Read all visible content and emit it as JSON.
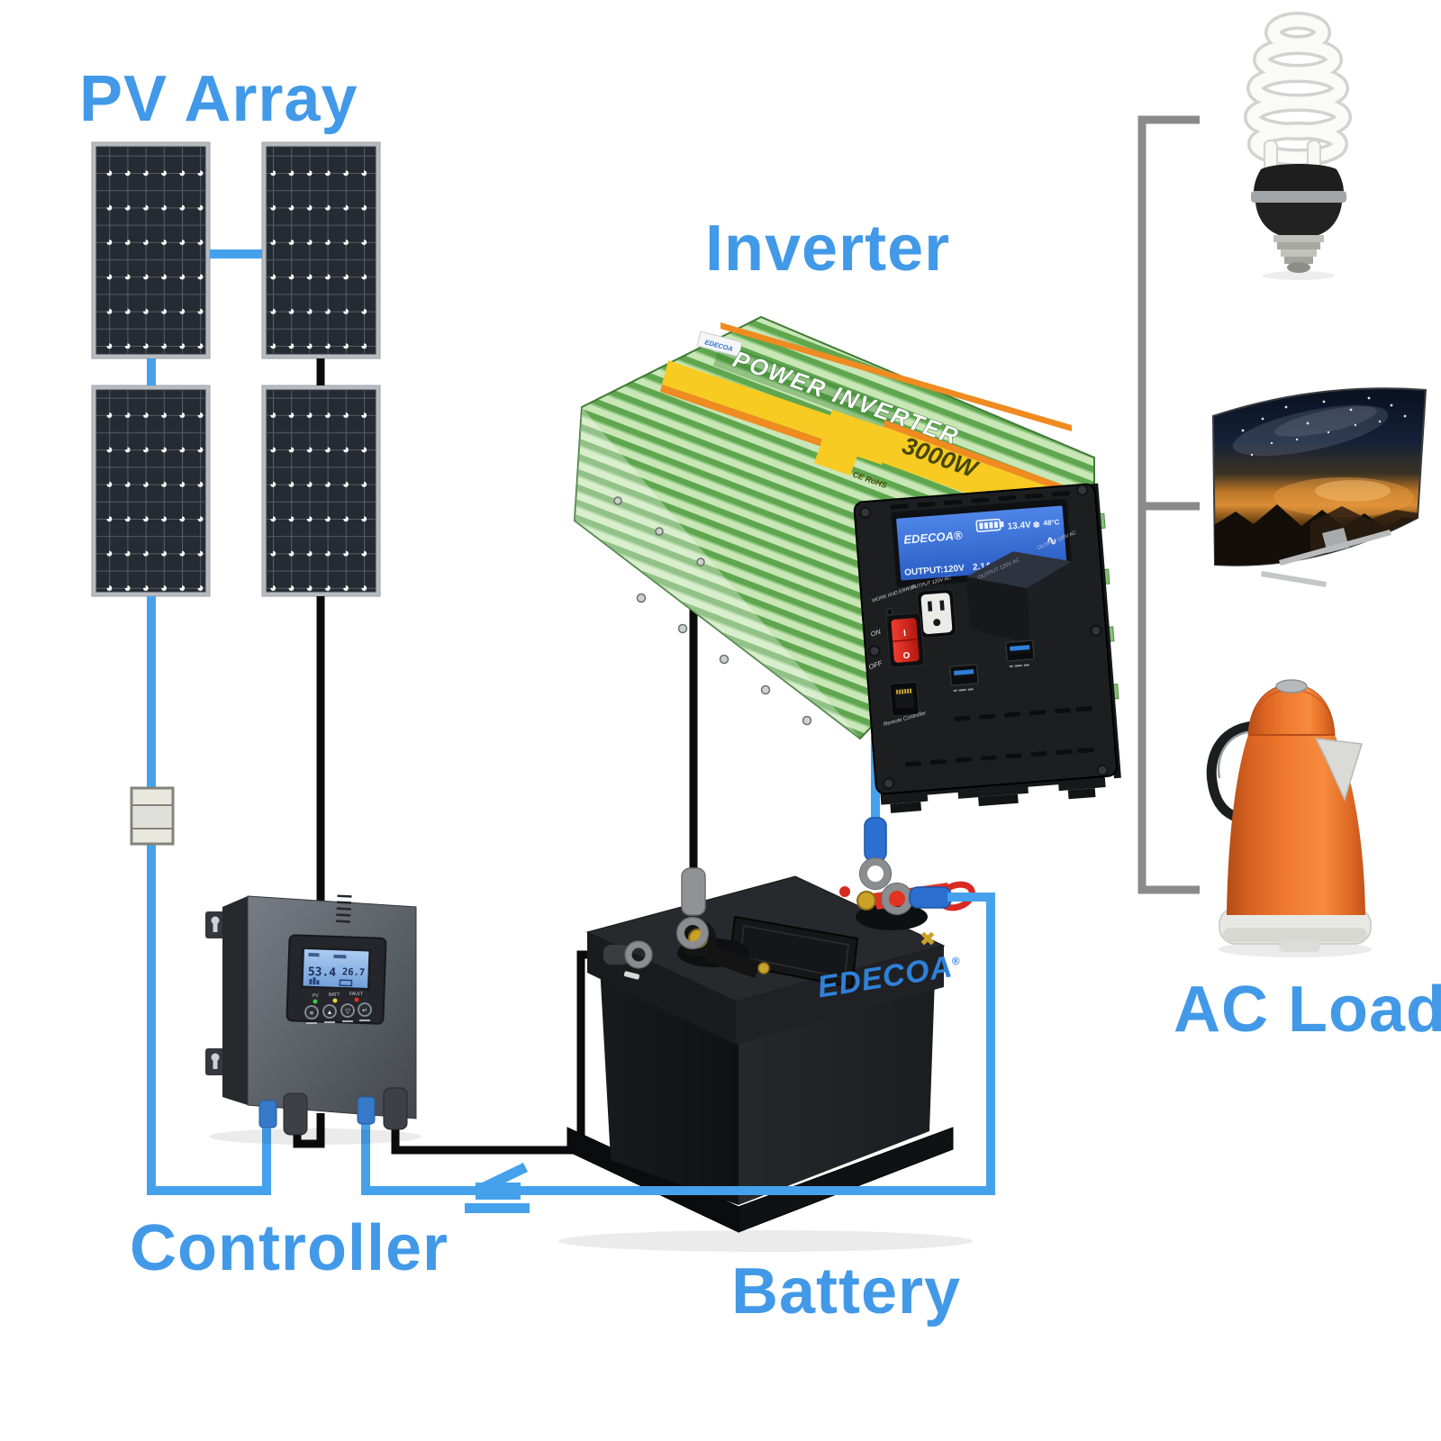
{
  "colors": {
    "label_blue": "#4299e8",
    "wire_blue": "#45a1ec",
    "wire_black": "#0b0b0b",
    "bracket_gray": "#8a8a8a",
    "inverter_green": "#5aa24c",
    "kettle_orange": "#ee7a2c",
    "battery_logo_blue": "#2f81d8"
  },
  "labels": {
    "pv_array": "PV Array",
    "inverter": "Inverter",
    "controller": "Controller",
    "battery": "Battery",
    "ac_load": "AC Load"
  },
  "pv_array": {
    "panel_count": 4
  },
  "inverter": {
    "brand_chip": "EDECOA",
    "banner_title": "POWER INVERTER",
    "power_rating": "3000W",
    "cert_marks": "CE RoHS",
    "lcd": {
      "brand": "EDECOA®",
      "batt_voltage": "13.4V",
      "snow": "❄",
      "temp": "48°C",
      "wave": "∿",
      "line2_left": "OUTPUT:120V",
      "line2_right": "2.1A 60HZ"
    },
    "panel": {
      "work_error": "WORK AND ERROR",
      "outlet_label": "OUTPUT 120V AC",
      "box_label": "OUTPUT 120V AC",
      "on": "ON",
      "off": "OFF",
      "switch_i": "I",
      "switch_o": "O",
      "remote": "Remote Controller"
    }
  },
  "controller": {
    "lcd_left": "53.4",
    "lcd_right": "26.7",
    "led_pv": "PV",
    "led_batt": "BATT",
    "led_fault": "FAULT",
    "btn_menu_glyph": "≡",
    "btn_up_glyph": "▲",
    "btn_down_glyph": "▽",
    "btn_enter_glyph": "↵"
  },
  "battery": {
    "brand": "EDECOA",
    "registered": "®"
  },
  "ac_load": {
    "devices": [
      "cfl-bulb-icon",
      "tv-icon",
      "kettle-icon"
    ]
  }
}
